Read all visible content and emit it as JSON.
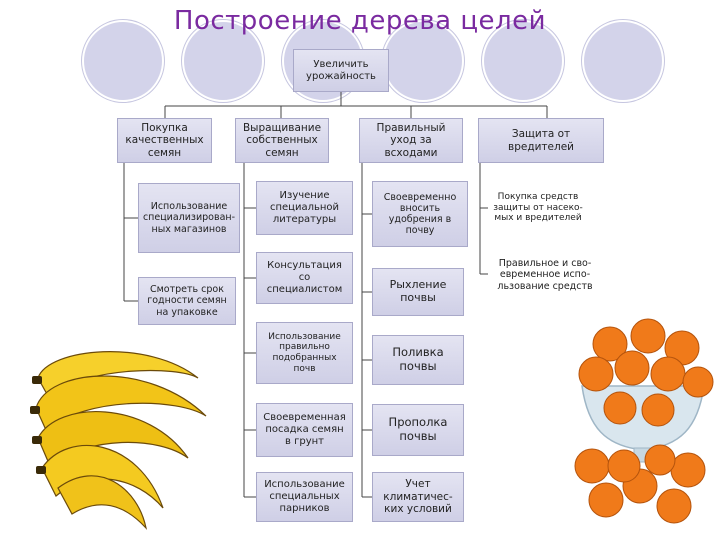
{
  "title": "Построение дерева целей",
  "root": "Увеличить урожайность",
  "columns": [
    {
      "header": "Покупка качественных семян",
      "items": [
        "Использование специализирован-ных магазинов",
        "Смотреть срок годности семян на упаковке"
      ]
    },
    {
      "header": "Выращивание собственных семян",
      "items": [
        "Изучение специальной литературы",
        "Консультация со специалистом",
        "Использование правильно подобранных почв",
        "Своевременная посадка семян в грунт",
        "Использование специальных парников"
      ]
    },
    {
      "header": "Правильный уход за всходами",
      "items": [
        "Своевременно вносить удобрения в почву",
        "Рыхление почвы",
        "Поливка почвы",
        "Прополка почвы",
        "Учет климатичес-ких условий"
      ]
    },
    {
      "header": "Защита от вредителей",
      "items": [
        "Покупка средств защиты от насеко-мых и вредителей",
        "Правильное и сво-евременное испо-льзование средств"
      ]
    }
  ],
  "colors": {
    "title": "#7a2aa0",
    "box_fill": "#d9d9ec",
    "box_border": "#a9a9c9",
    "circle": "#d3d3ea",
    "banana": "#f2c418",
    "orange": "#f07a1a"
  },
  "illustrations": [
    "bananas-image",
    "oranges-in-glass-bowl-image"
  ]
}
